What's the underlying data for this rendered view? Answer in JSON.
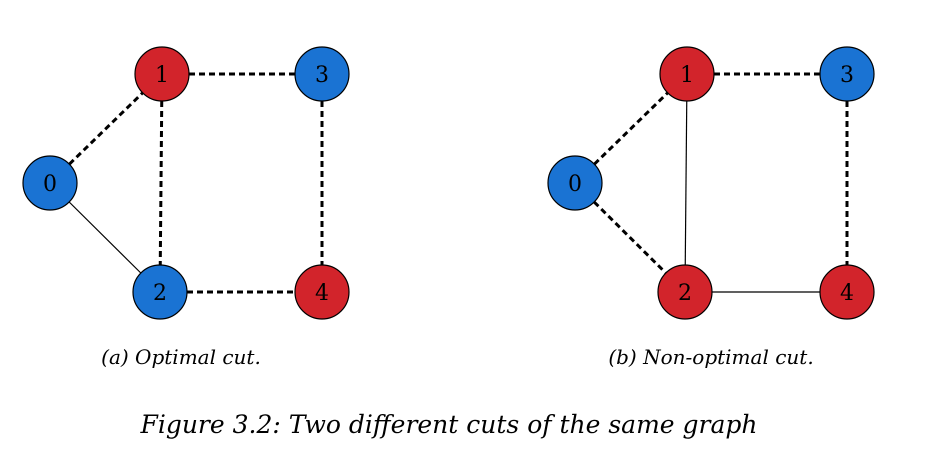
{
  "colors": {
    "red": "#d2242b",
    "blue": "#1a73d3",
    "stroke": "#000000"
  },
  "subfigures": [
    {
      "caption": "(a) Optimal cut.",
      "nodes": [
        {
          "id": "0",
          "color": "blue"
        },
        {
          "id": "1",
          "color": "red"
        },
        {
          "id": "2",
          "color": "blue"
        },
        {
          "id": "3",
          "color": "blue"
        },
        {
          "id": "4",
          "color": "red"
        }
      ],
      "edges": [
        {
          "from": "0",
          "to": "1",
          "cut": true
        },
        {
          "from": "0",
          "to": "2",
          "cut": false
        },
        {
          "from": "1",
          "to": "2",
          "cut": true
        },
        {
          "from": "1",
          "to": "3",
          "cut": true
        },
        {
          "from": "2",
          "to": "4",
          "cut": true
        },
        {
          "from": "3",
          "to": "4",
          "cut": true
        }
      ]
    },
    {
      "caption": "(b) Non-optimal cut.",
      "nodes": [
        {
          "id": "0",
          "color": "blue"
        },
        {
          "id": "1",
          "color": "red"
        },
        {
          "id": "2",
          "color": "red"
        },
        {
          "id": "3",
          "color": "blue"
        },
        {
          "id": "4",
          "color": "red"
        }
      ],
      "edges": [
        {
          "from": "0",
          "to": "1",
          "cut": true
        },
        {
          "from": "0",
          "to": "2",
          "cut": true
        },
        {
          "from": "1",
          "to": "2",
          "cut": false
        },
        {
          "from": "1",
          "to": "3",
          "cut": true
        },
        {
          "from": "2",
          "to": "4",
          "cut": false
        },
        {
          "from": "3",
          "to": "4",
          "cut": true
        }
      ]
    }
  ],
  "figure_caption": "Figure 3.2: Two different cuts of the same graph"
}
